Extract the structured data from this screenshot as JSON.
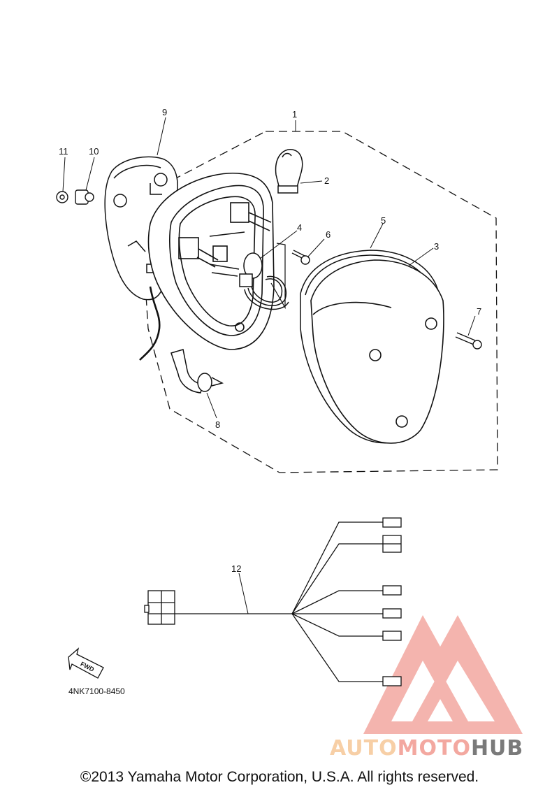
{
  "diagram": {
    "callouts": [
      {
        "id": "1",
        "label": "1"
      },
      {
        "id": "2",
        "label": "2"
      },
      {
        "id": "3",
        "label": "3"
      },
      {
        "id": "4",
        "label": "4"
      },
      {
        "id": "5",
        "label": "5"
      },
      {
        "id": "6",
        "label": "6"
      },
      {
        "id": "7",
        "label": "7"
      },
      {
        "id": "8",
        "label": "8"
      },
      {
        "id": "9",
        "label": "9"
      },
      {
        "id": "10",
        "label": "10"
      },
      {
        "id": "11",
        "label": "11"
      },
      {
        "id": "12",
        "label": "12"
      }
    ],
    "fwd_label": "FWD",
    "part_code": "4NK7100-8450"
  },
  "watermark": {
    "brand_part1": "AUTO",
    "brand_part2": "MOTO",
    "brand_part3": "HUB",
    "colors": {
      "triangle": "#f3a8a0",
      "auto": "#f7cfa6",
      "hub": "#7a7a7a"
    }
  },
  "footer": {
    "copyright": "©2013 Yamaha Motor Corporation, U.S.A. All rights reserved."
  }
}
